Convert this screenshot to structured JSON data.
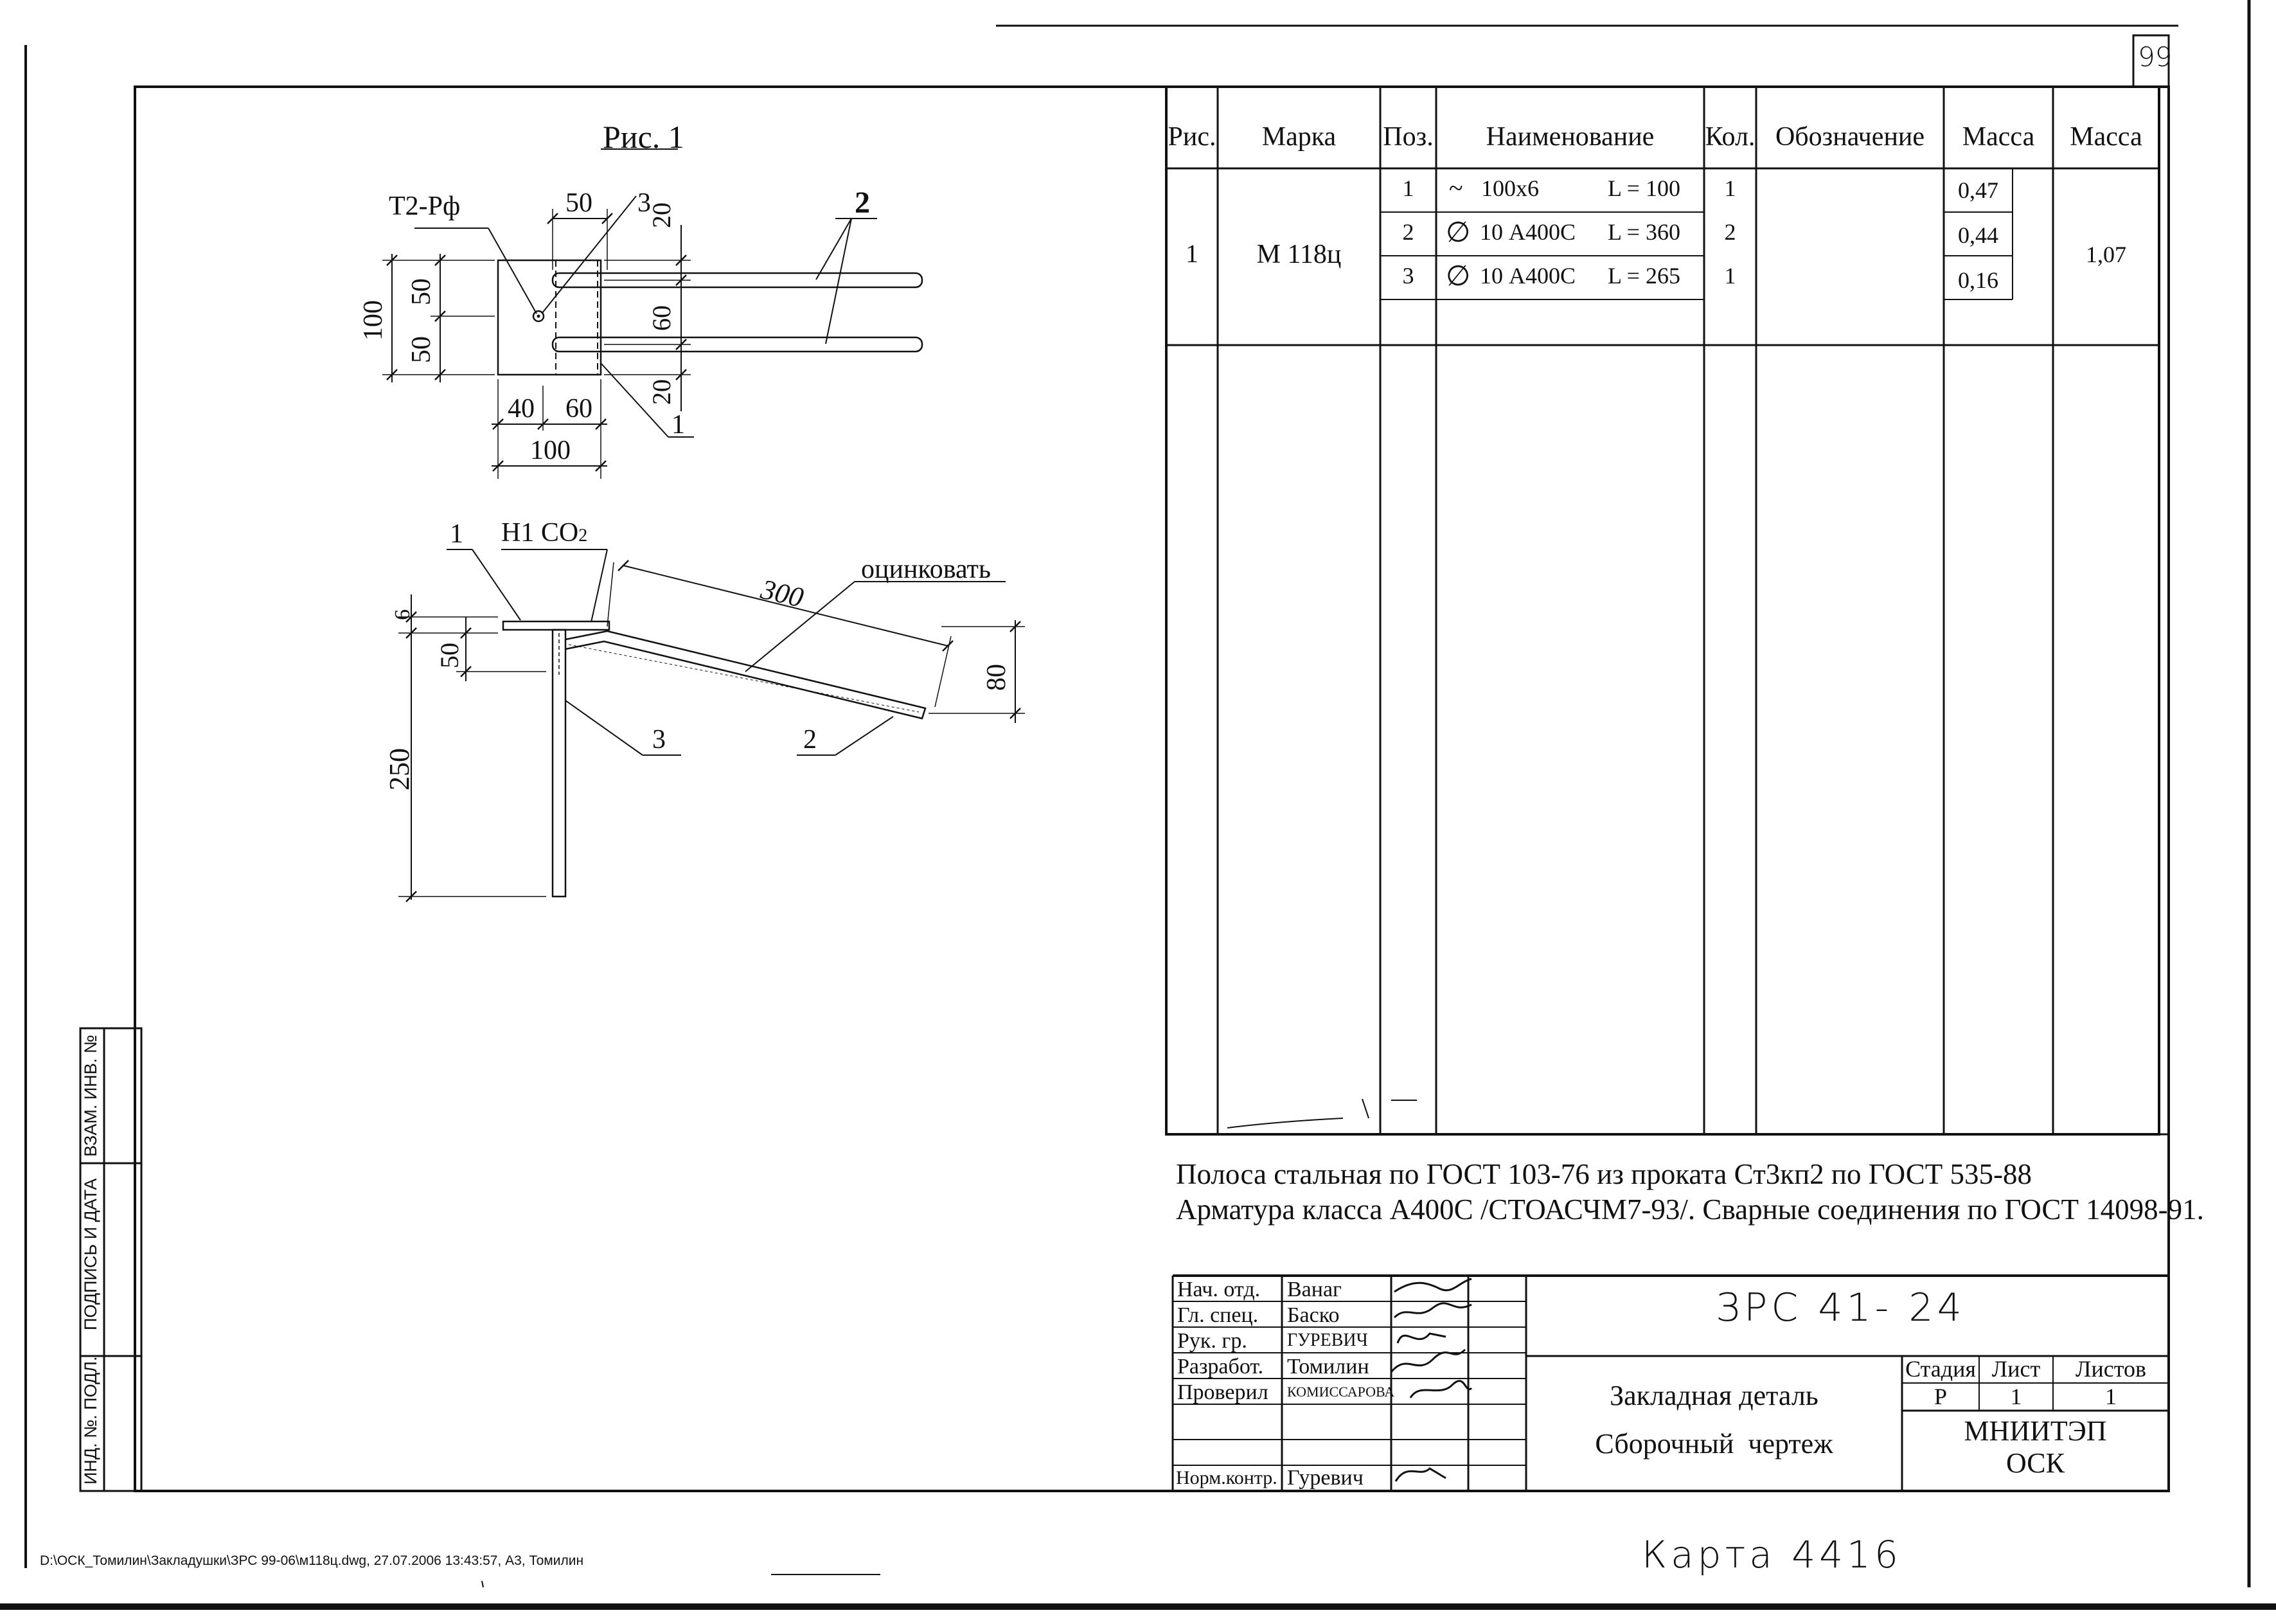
{
  "sheet": {
    "page_number": "99",
    "file_path": "D:\\ОСК_Томилин\\Закладушки\\ЗРС 99-06\\м118ц.dwg, 27.07.2006 13:43:57, А3, Томилин",
    "bottom_handwritten": "Карта 4416"
  },
  "drawing": {
    "fig_title": "Рис. 1",
    "weld_label": "Т2-Рф",
    "weld_label2": "Н1 СО",
    "weld_label2_sub": "2",
    "galvanize_note": "оцинковать",
    "plan_dims": {
      "d50_top": "50",
      "d20_top": "20",
      "d100_left": "100",
      "d50_left_a": "50",
      "d50_left_b": "50",
      "d60_right": "60",
      "d20_bottom": "20",
      "d40": "40",
      "d60": "60",
      "d100_bottom": "100"
    },
    "plan_pos": {
      "p3": "3",
      "p2": "2",
      "p1": "1"
    },
    "side_dims": {
      "d6": "6",
      "d50": "50",
      "d250": "250",
      "d300": "300",
      "d80": "80"
    },
    "side_pos": {
      "p1": "1",
      "p3": "3",
      "p2": "2"
    }
  },
  "spec_table": {
    "headers": [
      "Рис.",
      "Марка",
      "Поз.",
      "Наименование",
      "Кол.",
      "Обозначение",
      "Масса",
      "Масса"
    ],
    "fig": "1",
    "mark": "М 118ц",
    "total_mass": "1,07",
    "rows": [
      {
        "pos": "1",
        "symbol": "~",
        "name": "100х6",
        "length": "L = 100",
        "qty": "1",
        "designation": "",
        "mass": "0,47"
      },
      {
        "pos": "2",
        "symbol": "∅",
        "name": "10 А400С",
        "length": "L = 360",
        "qty": "2",
        "designation": "",
        "mass": "0,44"
      },
      {
        "pos": "3",
        "symbol": "∅",
        "name": "10 А400С",
        "length": "L = 265",
        "qty": "1",
        "designation": "",
        "mass": "0,16"
      }
    ]
  },
  "notes": [
    "Полоса стальная  по ГОСТ 103-76 из проката Ст3кп2 по ГОСТ 535-88",
    "Арматура класса А400С /СТОАСЧМ7-93/. Сварные соединения по ГОСТ 14098-91."
  ],
  "side_stamp": {
    "inv_replace": "ВЗАМ. ИНВ. №",
    "sign_date": "ПОДПИСЬ И ДАТА",
    "inv_orig": "ИНД. №. ПОДЛ."
  },
  "title_block": {
    "doc_code": "ЗРС 41- 24",
    "people": [
      {
        "role": "Нач. отд.",
        "name": "Ванаг"
      },
      {
        "role": "Гл. спец.",
        "name": "Баско"
      },
      {
        "role": "Рук. гр.",
        "name": "ГУРЕВИЧ"
      },
      {
        "role": "Разработ.",
        "name": "Томилин"
      },
      {
        "role": "Проверил",
        "name": "КОМИССАРОВА"
      },
      {
        "role": "",
        "name": ""
      },
      {
        "role": "",
        "name": ""
      },
      {
        "role": "Норм.контр.",
        "name": "Гуревич"
      }
    ],
    "title_line1": "Закладная деталь",
    "title_line2": "Сборочный  чертеж",
    "stage_label": "Стадия",
    "sheet_label": "Лист",
    "sheets_label": "Листов",
    "stage": "Р",
    "sheet": "1",
    "sheets": "1",
    "org_line1": "МНИИТЭП",
    "org_line2": "ОСК"
  }
}
